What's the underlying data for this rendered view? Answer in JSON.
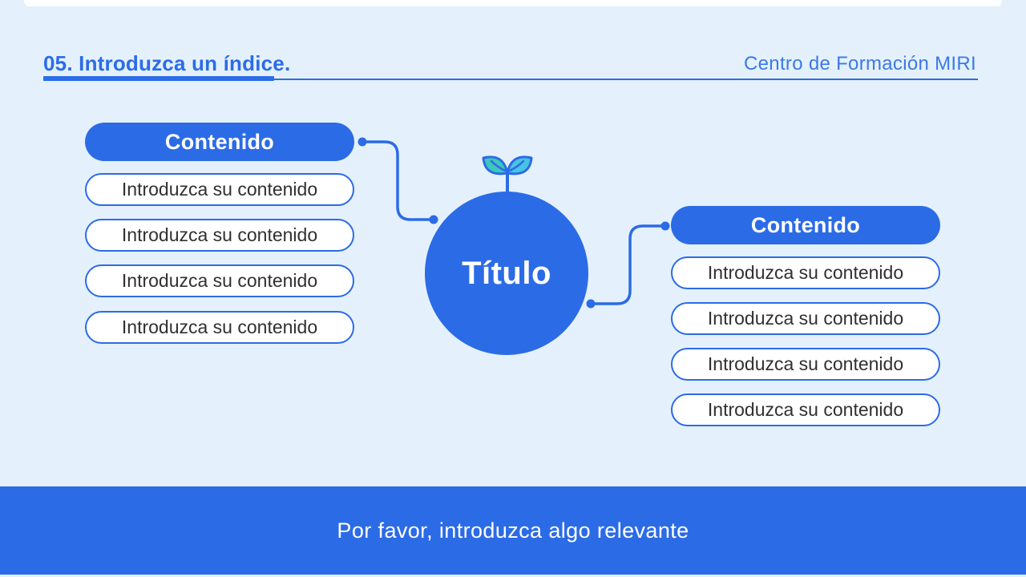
{
  "header": {
    "title": "05. Introduzca un índice.",
    "brand": "Centro de Formación MIRI"
  },
  "diagram": {
    "center_title": "Título",
    "left_group": {
      "title": "Contenido",
      "items": [
        "Introduzca su contenido",
        "Introduzca su contenido",
        "Introduzca su contenido",
        "Introduzca su contenido"
      ]
    },
    "right_group": {
      "title": "Contenido",
      "items": [
        "Introduzca su contenido",
        "Introduzca su contenido",
        "Introduzca su contenido",
        "Introduzca su contenido"
      ]
    }
  },
  "footer": {
    "message": "Por favor, introduzca algo relevante"
  },
  "icons": {
    "sprout": "sprout-icon"
  },
  "colors": {
    "background": "#e4f1fc",
    "accent": "#2c6be6",
    "header_text": "#2b6ce8",
    "brand_text": "#3c78e8",
    "pill_text": "#303030",
    "leaf_left_fill": "#3ec6bd",
    "leaf_right_fill": "#49c3e3",
    "footer_text": "#ffffff"
  }
}
